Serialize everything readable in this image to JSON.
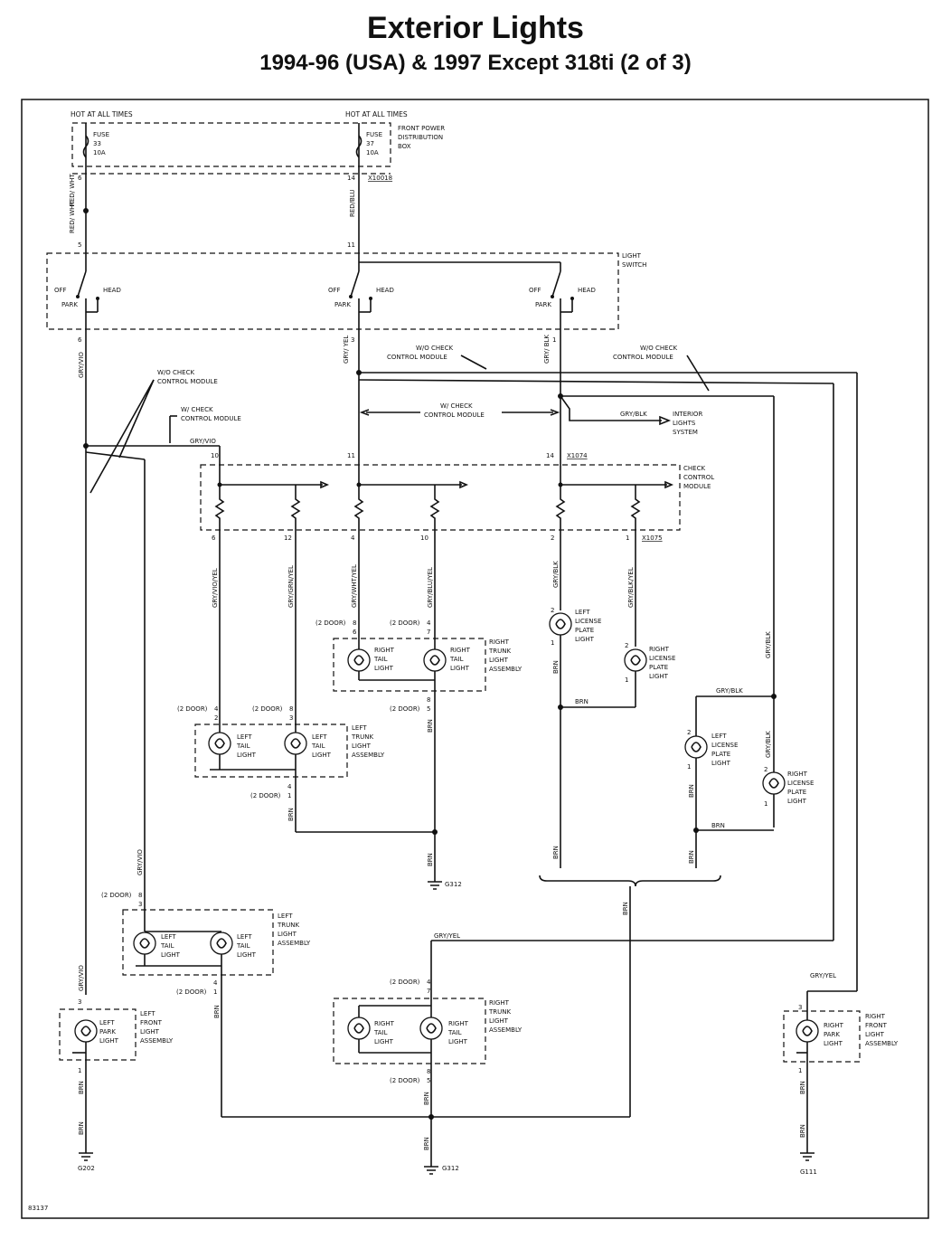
{
  "title": "Exterior Lights",
  "subtitle": "1994-96 (USA) & 1997 Except 318ti (2 of 3)",
  "figure_id": "83137",
  "header_left": "HOT AT ALL TIMES",
  "header_right": "HOT AT ALL TIMES",
  "fuse_33": [
    "FUSE",
    "33",
    "10A"
  ],
  "fuse_37": [
    "FUSE",
    "37",
    "10A"
  ],
  "power_box": [
    "FRONT POWER",
    "DISTRIBUTION",
    "BOX"
  ],
  "light_switch": [
    "LIGHT",
    "SWITCH"
  ],
  "switch_pos": {
    "off": "OFF",
    "head": "HEAD",
    "park": "PARK"
  },
  "check_module": [
    "CHECK",
    "CONTROL",
    "MODULE"
  ],
  "wo_check_1": [
    "W/O CHECK",
    "CONTROL MODULE"
  ],
  "wo_check_2": [
    "W/O CHECK",
    "CONTROL MODULE"
  ],
  "wo_check_3": [
    "W/O CHECK",
    "CONTROL MODULE"
  ],
  "w_check_1": [
    "W/ CHECK",
    "CONTROL MODULE"
  ],
  "w_check_2": [
    "W/ CHECK",
    "CONTROL MODULE"
  ],
  "interior": [
    "INTERIOR",
    "LIGHTS",
    "SYSTEM"
  ],
  "connectors": {
    "c1": "X10018",
    "c2": "X1074",
    "c3": "X1075"
  },
  "wires": {
    "red_wht": "RED/ WHT",
    "red_blu": "RED/BLU",
    "gry_vio": "GRY/VIO",
    "gry_yel": "GRY/ YEL",
    "gry_blk": "GRY/ BLK",
    "gry_blk2": "GRY/BLK",
    "gry_vio_yel": "GRY/VIO/YEL",
    "gry_grn_yel": "GRY/GRN/YEL",
    "gry_wht_yel": "GRY/WHT/YEL",
    "gry_blu_yel": "GRY/BLU/YEL",
    "gry_blk_yel": "GRY/BLK/YEL",
    "brn": "BRN",
    "gry_yel2": "GRY/YEL"
  },
  "pins": {
    "p6": "6",
    "p5": "5",
    "p14": "14",
    "p11": "11",
    "p3": "3",
    "p1": "1",
    "p10": "10",
    "p12": "12",
    "p4": "4",
    "p2": "2",
    "p7": "7",
    "p8": "8"
  },
  "two_door": "(2 DOOR)",
  "lamps": {
    "right_tail": [
      "RIGHT",
      "TAIL",
      "LIGHT"
    ],
    "left_tail": [
      "LEFT",
      "TAIL",
      "LIGHT"
    ],
    "left_license": [
      "LEFT",
      "LICENSE",
      "PLATE",
      "LIGHT"
    ],
    "right_license": [
      "RIGHT",
      "LICENSE",
      "PLATE",
      "LIGHT"
    ],
    "left_park": [
      "LEFT",
      "PARK",
      "LIGHT"
    ],
    "right_park": [
      "RIGHT",
      "PARK",
      "LIGHT"
    ]
  },
  "assemblies": {
    "right_trunk": [
      "RIGHT",
      "TRUNK",
      "LIGHT",
      "ASSEMBLY"
    ],
    "left_trunk": [
      "LEFT",
      "TRUNK",
      "LIGHT",
      "ASSEMBLY"
    ],
    "left_front": [
      "LEFT",
      "FRONT",
      "LIGHT",
      "ASSEMBLY"
    ],
    "right_front": [
      "RIGHT",
      "FRONT",
      "LIGHT",
      "ASSEMBLY"
    ]
  },
  "grounds": {
    "g312": "G312",
    "g202": "G202",
    "g111": "G111"
  }
}
